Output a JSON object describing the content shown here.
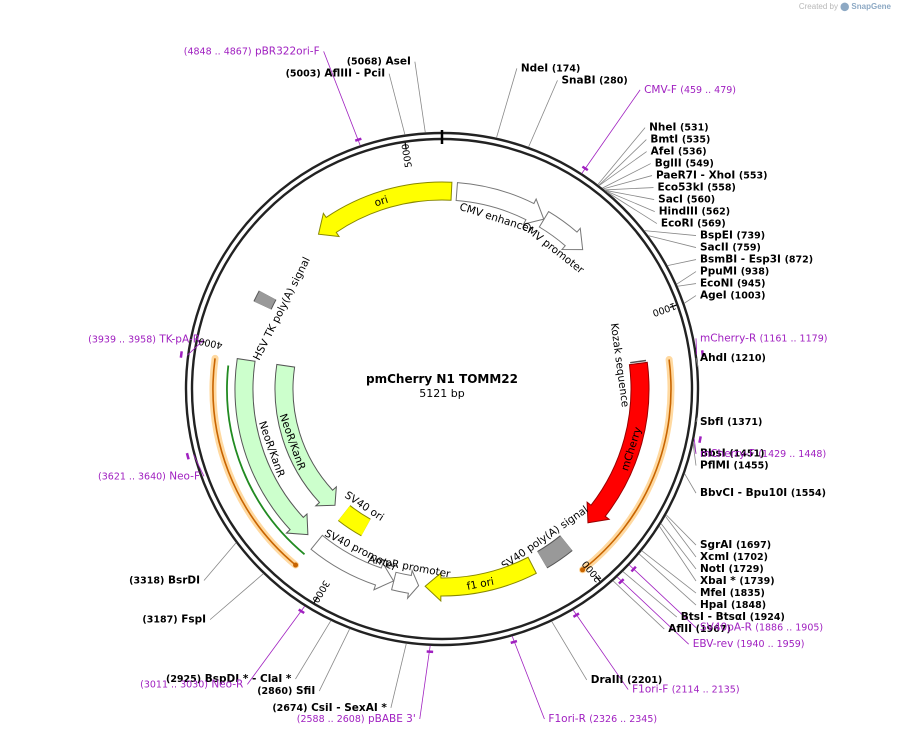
{
  "credit": {
    "prefix": "Created by",
    "brand": "SnapGene"
  },
  "plasmid": {
    "name": "pmCherry N1 TOMM22",
    "length_label": "5121 bp",
    "length": 5121
  },
  "ruler_ticks": [
    "1000",
    "2000",
    "3000",
    "4000",
    "5000"
  ],
  "features": [
    {
      "key": "cmv_enh",
      "label": "CMV enhancer",
      "start": 61,
      "end": 440,
      "color": "#ffffff",
      "stroke": "#777777",
      "track": "inner"
    },
    {
      "key": "cmv_prom",
      "label": "CMV promoter",
      "start": 441,
      "end": 644,
      "color": "#ffffff",
      "stroke": "#777777",
      "track": "inner"
    },
    {
      "key": "mcherry",
      "label": "mCherry",
      "start": 1175,
      "end": 1885,
      "color": "#ff0000",
      "stroke": "#990000",
      "track": "inner"
    },
    {
      "key": "sv40pa",
      "label": "SV40 poly(A) signal",
      "start": 2007,
      "end": 2128,
      "color": "#999999",
      "stroke": "#555555",
      "track": "inner"
    },
    {
      "key": "f1ori",
      "label": "f1 ori",
      "start": 2175,
      "end": 2630,
      "color": "#ffff00",
      "stroke": "#888800",
      "track": "inner"
    },
    {
      "key": "ampr_prom",
      "label": "AmpR promoter",
      "start": 2657,
      "end": 2761,
      "color": "#ffffff",
      "stroke": "#777777",
      "track": "inner"
    },
    {
      "key": "sv40_prom",
      "label": "SV40 promoter",
      "start": 2762,
      "end": 3119,
      "color": "#ffffff",
      "stroke": "#777777",
      "track": "inner"
    },
    {
      "key": "sv40_ori",
      "label": "SV40 ori",
      "start": 2970,
      "end": 3105,
      "color": "#ffff00",
      "stroke": "#888800",
      "track": "mid"
    },
    {
      "key": "neo_outer",
      "label": "NeoR/KanR",
      "start": 3167,
      "end": 3961,
      "color": "#ccffcc",
      "stroke": "#555555",
      "track": "inner"
    },
    {
      "key": "neo_inner",
      "label": "NeoR/KanR",
      "start": 3167,
      "end": 3961,
      "color": "#ccffcc",
      "stroke": "#555555",
      "track": "mid"
    },
    {
      "key": "hsvtk",
      "label": "HSV TK poly(A) signal",
      "start": 4196,
      "end": 4243,
      "color": "#999999",
      "stroke": "#555555",
      "track": "inner"
    },
    {
      "key": "ori",
      "label": "ori",
      "start": 4572,
      "end": 5160,
      "color": "#ffff00",
      "stroke": "#888800",
      "track": "inner"
    },
    {
      "key": "kozak",
      "label": "Kozak sequence",
      "start": 1167,
      "end": 1176,
      "color": "#cccccc",
      "stroke": "#555555",
      "track": "inner"
    }
  ],
  "orfs": [
    {
      "start": 1175,
      "end": 2022,
      "dir": "cw"
    },
    {
      "start": 3126,
      "end": 3950,
      "dir": "ccw"
    }
  ],
  "sites": [
    {
      "name": "AseI",
      "pos": "(5068)",
      "bp": 5068
    },
    {
      "name": "AflIII",
      "name2": "PciI",
      "pos": "(5003)",
      "bp": 5003
    },
    {
      "name": "NdeI",
      "pos": "(174)",
      "bp": 174
    },
    {
      "name": "SnaBI",
      "pos": "(280)",
      "bp": 280
    },
    {
      "name": "NheI",
      "pos": "(531)",
      "bp": 531
    },
    {
      "name": "BmtI",
      "pos": "(535)",
      "bp": 535
    },
    {
      "name": "AfeI",
      "pos": "(536)",
      "bp": 536
    },
    {
      "name": "BglII",
      "pos": "(549)",
      "bp": 549
    },
    {
      "name": "PaeR7I",
      "name2": "XhoI",
      "pos": "(553)",
      "bp": 553
    },
    {
      "name": "Eco53kI",
      "pos": "(558)",
      "bp": 558
    },
    {
      "name": "SacI",
      "pos": "(560)",
      "bp": 560
    },
    {
      "name": "HindIII",
      "pos": "(562)",
      "bp": 562
    },
    {
      "name": "EcoRI",
      "pos": "(569)",
      "bp": 569
    },
    {
      "name": "BspEI",
      "pos": "(739)",
      "bp": 739
    },
    {
      "name": "SacII",
      "pos": "(759)",
      "bp": 759
    },
    {
      "name": "BsmBI",
      "name2": "Esp3I",
      "pos": "(872)",
      "bp": 872
    },
    {
      "name": "PpuMI",
      "pos": "(938)",
      "bp": 938
    },
    {
      "name": "EcoNI",
      "pos": "(945)",
      "bp": 945
    },
    {
      "name": "AgeI",
      "pos": "(1003)",
      "bp": 1003
    },
    {
      "name": "AhdI",
      "pos": "(1210)",
      "bp": 1210
    },
    {
      "name": "SbfI",
      "pos": "(1371)",
      "bp": 1371
    },
    {
      "name": "BbsI",
      "pos": "(1451)",
      "bp": 1451
    },
    {
      "name": "PflMI",
      "pos": "(1455)",
      "bp": 1455
    },
    {
      "name": "BbvCI",
      "name2": "Bpu10I",
      "pos": "(1554)",
      "bp": 1554
    },
    {
      "name": "SgrAI",
      "pos": "(1697)",
      "bp": 1697
    },
    {
      "name": "XcmI",
      "pos": "(1702)",
      "bp": 1702
    },
    {
      "name": "NotI",
      "pos": "(1729)",
      "bp": 1729
    },
    {
      "name": "XbaI *",
      "pos": "(1739)",
      "bp": 1739
    },
    {
      "name": "MfeI",
      "pos": "(1835)",
      "bp": 1835
    },
    {
      "name": "HpaI",
      "pos": "(1848)",
      "bp": 1848
    },
    {
      "name": "BtsI",
      "name2": "BtsαI",
      "pos": "(1924)",
      "bp": 1924
    },
    {
      "name": "AflII",
      "pos": "(1967)",
      "bp": 1967
    },
    {
      "name": "DraIII",
      "pos": "(2201)",
      "bp": 2201
    },
    {
      "name": "CsiI",
      "name2": "SexAI *",
      "pos": "(2674)",
      "bp": 2674
    },
    {
      "name": "SfiI",
      "pos": "(2860)",
      "bp": 2860
    },
    {
      "name": "BspDI *",
      "name2": "ClaI *",
      "pos": "(2925)",
      "bp": 2925
    },
    {
      "name": "FspI",
      "pos": "(3187)",
      "bp": 3187
    },
    {
      "name": "BsrDI",
      "pos": "(3318)",
      "bp": 3318
    }
  ],
  "primers": [
    {
      "name": "pBR322ori-F",
      "pos": "(4848 .. 4867)",
      "bp": 4857
    },
    {
      "name": "CMV-F",
      "pos": "(459 .. 479)",
      "bp": 469
    },
    {
      "name": "mCherry-R",
      "pos": "(1161 .. 1179)",
      "bp": 1170
    },
    {
      "name": "mCherry-F",
      "pos": "(1429 .. 1448)",
      "bp": 1438
    },
    {
      "name": "SV40pA-R",
      "pos": "(1886 .. 1905)",
      "bp": 1895
    },
    {
      "name": "EBV-rev",
      "pos": "(1940 .. 1959)",
      "bp": 1949
    },
    {
      "name": "F1ori-F",
      "pos": "(2114 .. 2135)",
      "bp": 2124
    },
    {
      "name": "F1ori-R",
      "pos": "(2326 .. 2345)",
      "bp": 2335
    },
    {
      "name": "pBABE 3'",
      "pos": "(2588 .. 2608)",
      "bp": 2598
    },
    {
      "name": "Neo-R",
      "pos": "(3011 .. 3030)",
      "bp": 3020
    },
    {
      "name": "Neo-F",
      "pos": "(3621 .. 3640)",
      "bp": 3630
    },
    {
      "name": "TK-pA-R",
      "pos": "(3939 .. 3958)",
      "bp": 3948
    }
  ]
}
